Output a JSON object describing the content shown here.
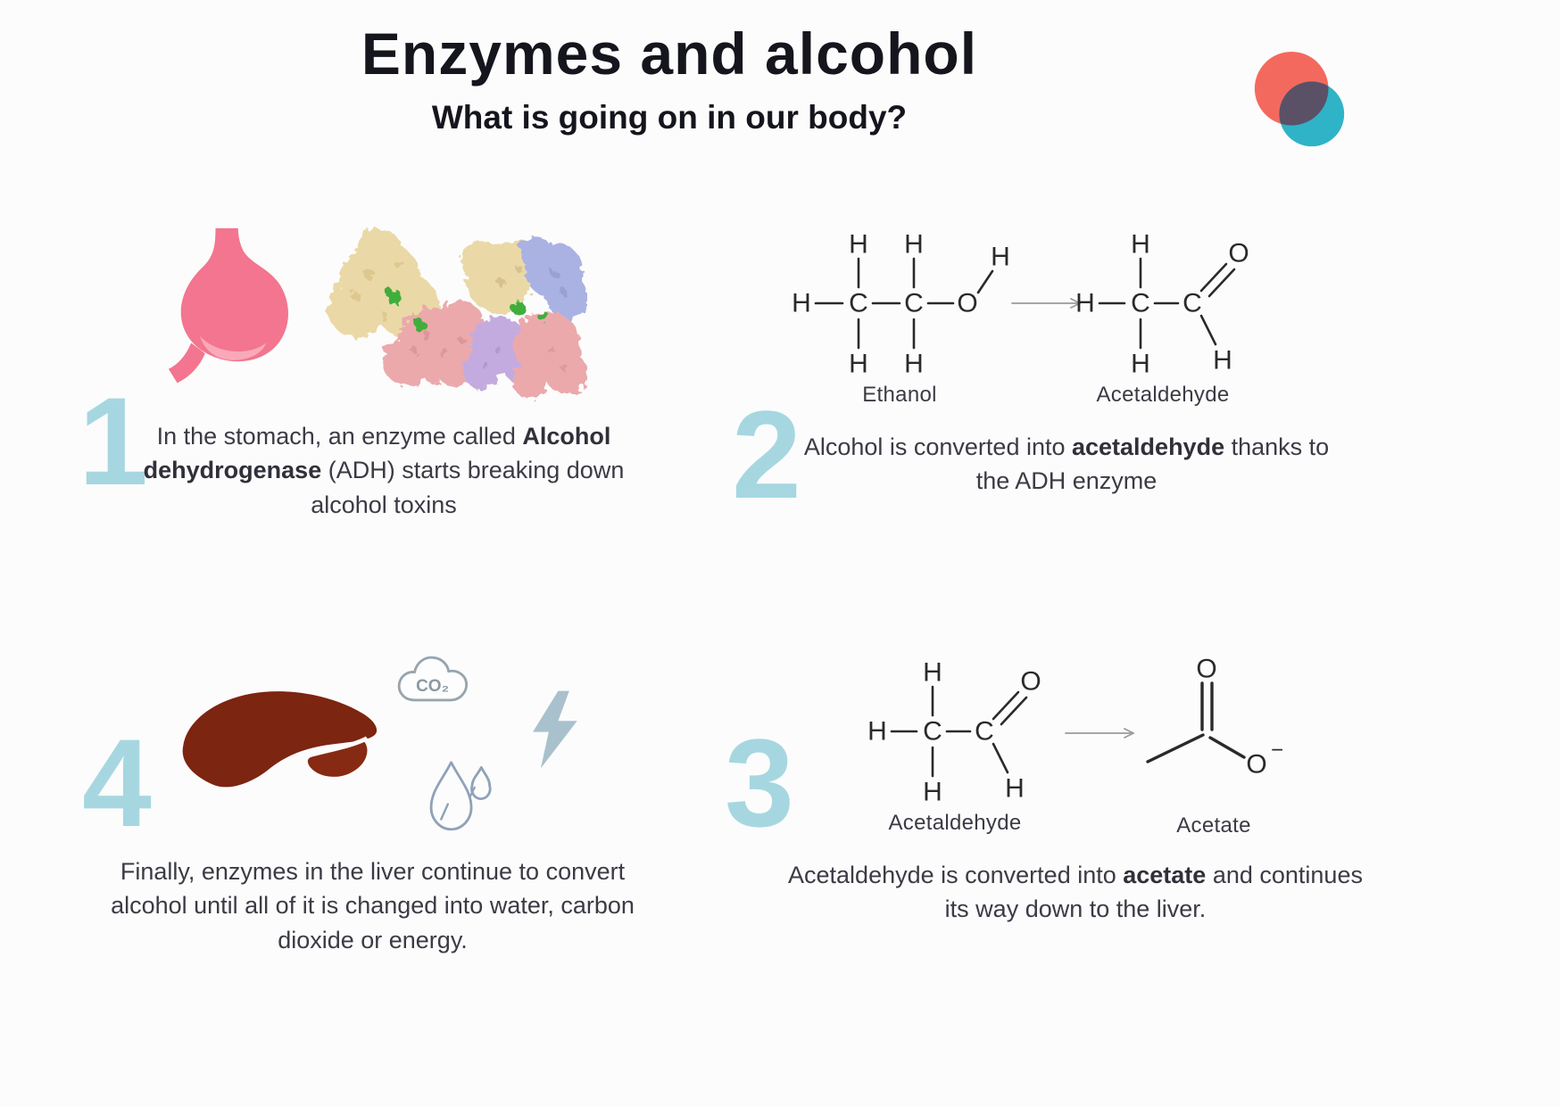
{
  "page": {
    "title": "Enzymes and alcohol",
    "subtitle": "What is going on in our body?"
  },
  "colors": {
    "accent_number": "#a6d7e1",
    "stomach_pink": "#f3758f",
    "liver_red": "#7c2511",
    "logo_coral": "#f4695e",
    "logo_teal": "#2fb3c7",
    "logo_overlap": "#5b5166",
    "title_text": "#15151d",
    "body_text": "#3b3b45"
  },
  "steps": {
    "step1": {
      "number": "1",
      "text": {
        "p1": "In the stomach, an enzyme called ",
        "bold": "Alcohol dehydrogenase",
        "p2": " (ADH) starts breaking down alcohol toxins"
      }
    },
    "step2": {
      "number": "2",
      "text": {
        "p1": "Alcohol is converted into ",
        "bold": "acetaldehyde",
        "p2": " thanks to the ADH enzyme"
      },
      "molecules": {
        "ethanol": {
          "label": "Ethanol",
          "atoms": {
            "h_left": "H",
            "h_top1": "H",
            "h_top2": "H",
            "h_bot1": "H",
            "h_bot2": "H",
            "c1": "C",
            "c2": "C",
            "o": "O",
            "h_o": "H"
          }
        },
        "acetaldehyde": {
          "label": "Acetaldehyde",
          "atoms": {
            "h_left": "H",
            "h_top": "H",
            "h_bot": "H",
            "c1": "C",
            "c2": "C",
            "o": "O",
            "h_right": "H"
          }
        }
      }
    },
    "step3": {
      "number": "3",
      "text": {
        "p1": "Acetaldehyde is converted into ",
        "bold": "acetate",
        "p2": " and continues its way down to the liver."
      },
      "molecules": {
        "acetaldehyde": {
          "label": "Acetaldehyde",
          "atoms": {
            "h_left": "H",
            "h_top": "H",
            "h_bot": "H",
            "c1": "C",
            "c2": "C",
            "o": "O",
            "h_right": "H"
          }
        },
        "acetate": {
          "label": "Acetate",
          "atoms": {
            "o_top": "O",
            "o_right": "O",
            "charge": "−"
          }
        }
      }
    },
    "step4": {
      "number": "4",
      "co2_label": "CO₂",
      "text": "Finally, enzymes in the liver continue to convert alcohol until all of it is changed into water, carbon dioxide or energy."
    }
  }
}
